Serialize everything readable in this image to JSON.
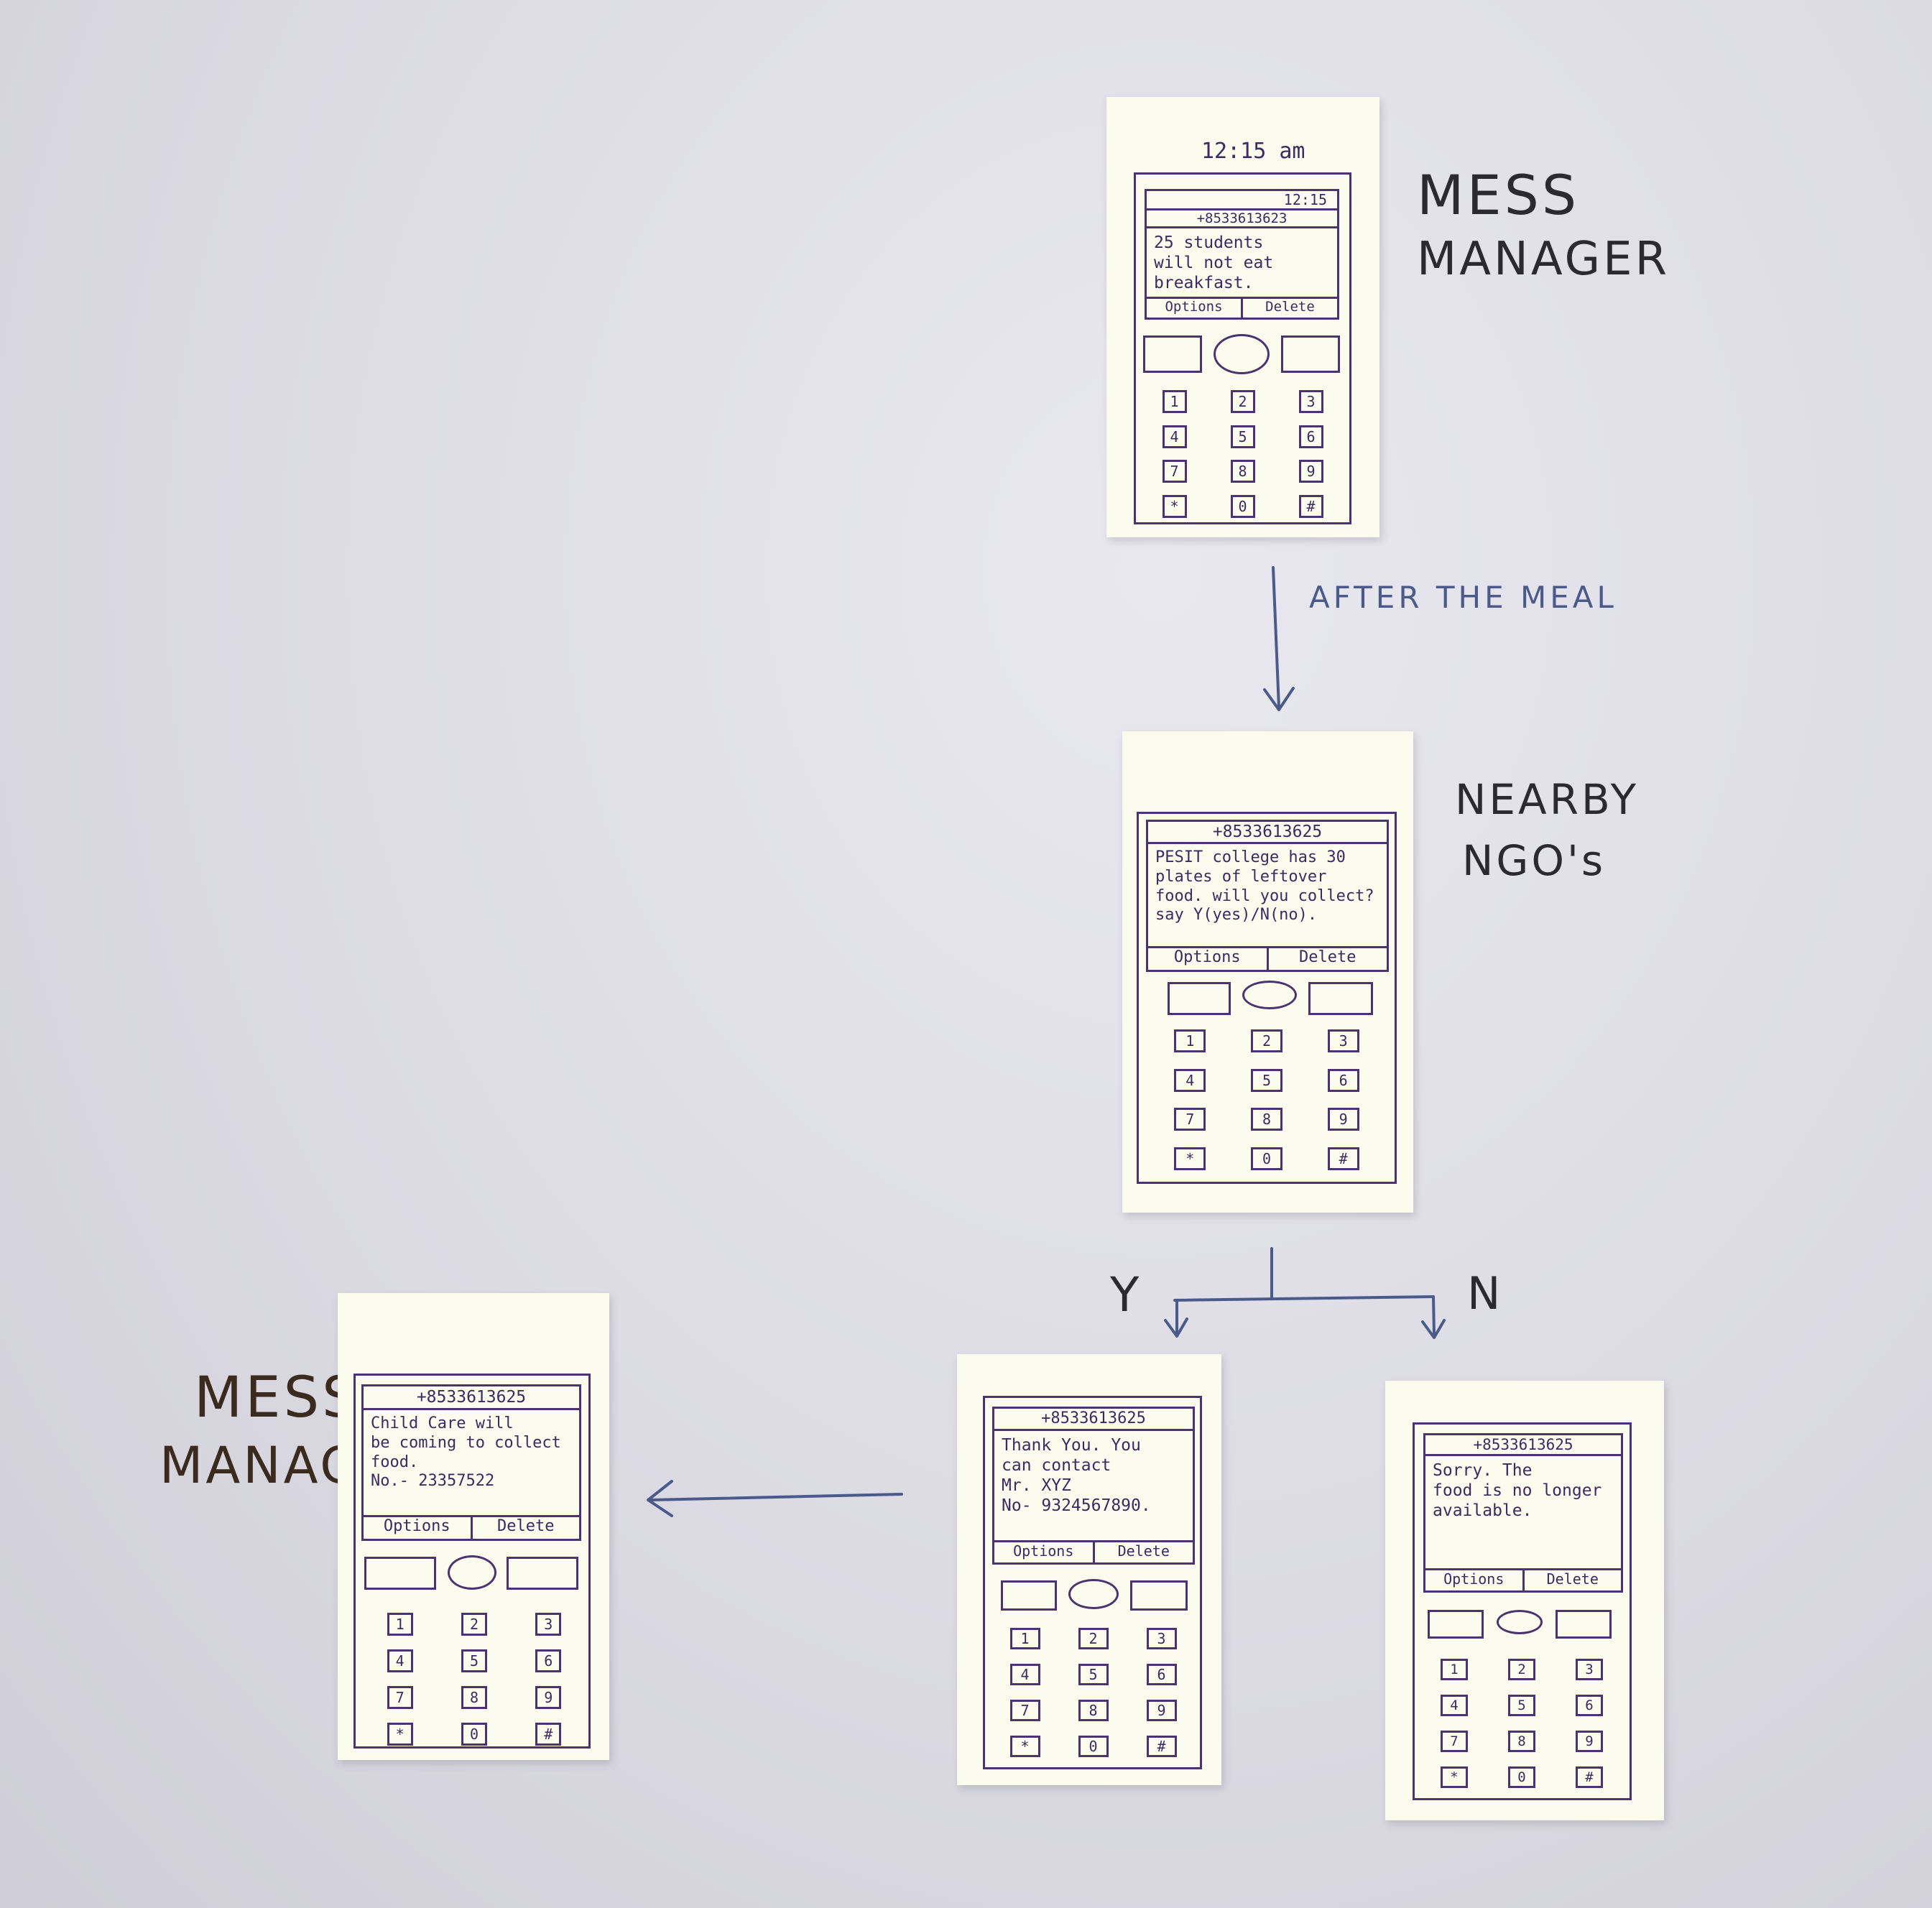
{
  "labels": {
    "mess_manager_top": [
      "MESS",
      "MANAGER"
    ],
    "nearby_ngos": [
      "NEARBY",
      "NGO's"
    ],
    "after_the_meal": "AFTER THE MEAL",
    "yes": "Y",
    "no": "N",
    "mess_manager_bottom": [
      "MESS",
      "MANAGER"
    ]
  },
  "keypad": [
    "1",
    "2",
    "3",
    "4",
    "5",
    "6",
    "7",
    "8",
    "9",
    "*",
    "0",
    "#"
  ],
  "phones": {
    "p1": {
      "time_above": "12:15 am",
      "status_time": "12:15",
      "sender": "+8533613623",
      "message": [
        "25 students",
        "will not eat",
        "breakfast."
      ],
      "left_soft": "Options",
      "right_soft": "Delete"
    },
    "p2": {
      "sender": "+8533613625",
      "message": [
        "PESIT college has 30",
        "plates of leftover",
        "food. will you collect?",
        "say Y(yes)/N(no)."
      ],
      "left_soft": "Options",
      "right_soft": "Delete"
    },
    "p3": {
      "sender": "+8533613625",
      "message": [
        "Thank You. You",
        "can contact",
        "Mr. XYZ",
        "No- 9324567890."
      ],
      "left_soft": "Options",
      "right_soft": "Delete"
    },
    "p4": {
      "sender": "+8533613625",
      "message": [
        "Sorry. The",
        "food is no longer",
        "available."
      ],
      "left_soft": "Options",
      "right_soft": "Delete"
    },
    "p5": {
      "sender": "+8533613625",
      "message": [
        "Child Care will",
        "be coming to collect",
        "food.",
        "No.- 23357522"
      ],
      "left_soft": "Options",
      "right_soft": "Delete"
    }
  },
  "colors": {
    "ink": "#4a3370",
    "paper": "#fbfbee",
    "arrow": "#4a5a8a",
    "background": "#dcdbe4"
  }
}
